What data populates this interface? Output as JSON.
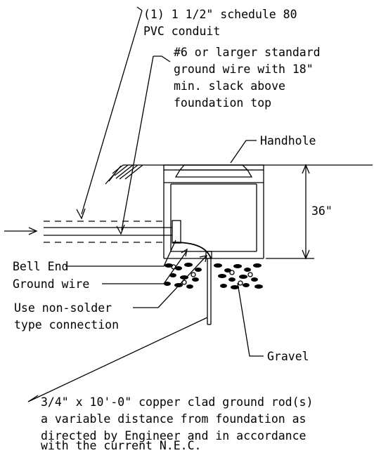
{
  "labels": {
    "conduit_line1": "(1) 1 1/2\" schedule 80",
    "conduit_line2": "PVC conduit",
    "ground_wire_line1": "#6 or larger standard",
    "ground_wire_line2": "ground wire with 18\"",
    "ground_wire_line3": "min. slack above",
    "ground_wire_line4": "foundation top",
    "handhole": "Handhole",
    "depth": "36\"",
    "bell_end": "Bell End",
    "ground_wire": "Ground wire",
    "connection_line1": "Use non-solder",
    "connection_line2": "type connection",
    "gravel": "Gravel",
    "rod_line1": "3/4\" x 10'-0\" copper clad ground rod(s)",
    "rod_line2": "a variable distance from foundation as",
    "rod_line3": "directed by Engineer and in accordance",
    "rod_line4": "with the current N.E.C."
  }
}
